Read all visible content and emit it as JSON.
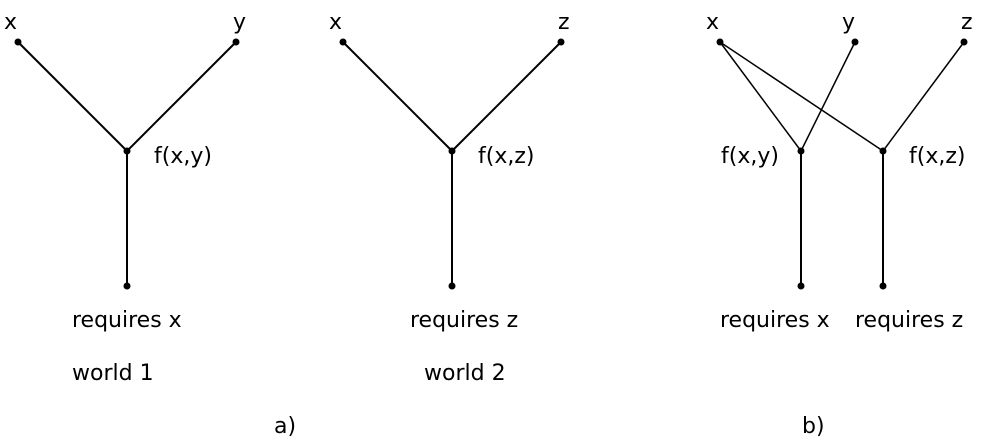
{
  "panel_a": {
    "world1": {
      "input_left": "x",
      "input_right": "y",
      "function": "f(x,y)",
      "output": "requires x",
      "caption": "world 1"
    },
    "world2": {
      "input_left": "x",
      "input_right": "z",
      "function": "f(x,z)",
      "output": "requires z",
      "caption": "world 2"
    },
    "label": "a)"
  },
  "panel_b": {
    "input_x": "x",
    "input_y": "y",
    "input_z": "z",
    "function_left": "f(x,y)",
    "function_right": "f(x,z)",
    "output_left": "requires x",
    "output_right": "requires z",
    "label": "b)"
  }
}
